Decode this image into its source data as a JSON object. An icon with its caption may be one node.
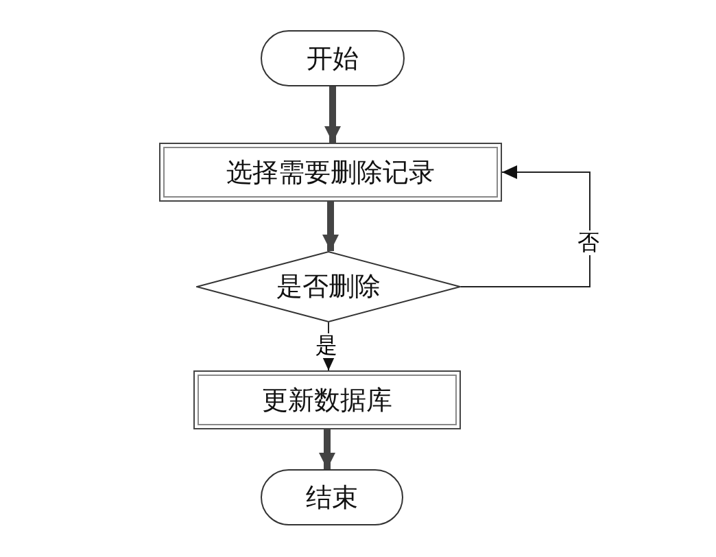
{
  "diagram": {
    "nodes": [
      {
        "text": [
          "开始"
        ]
      },
      {
        "text": [
          "选择需要删除记录"
        ]
      },
      {
        "text": [
          "是否删除"
        ]
      },
      {
        "text": [
          "更新数据库"
        ]
      },
      {
        "text": [
          "结束"
        ]
      }
    ],
    "edges": [
      {
        "from": 0,
        "to": 1,
        "arrow": "to"
      },
      {
        "from": 1,
        "to": 2,
        "arrow": "to"
      },
      {
        "from": 2,
        "to": 3,
        "arrow": "to",
        "label": "是"
      },
      {
        "from": 3,
        "to": 4,
        "arrow": "to"
      },
      {
        "from": 2,
        "to": 1,
        "arrow": "to",
        "label": "否"
      }
    ]
  }
}
